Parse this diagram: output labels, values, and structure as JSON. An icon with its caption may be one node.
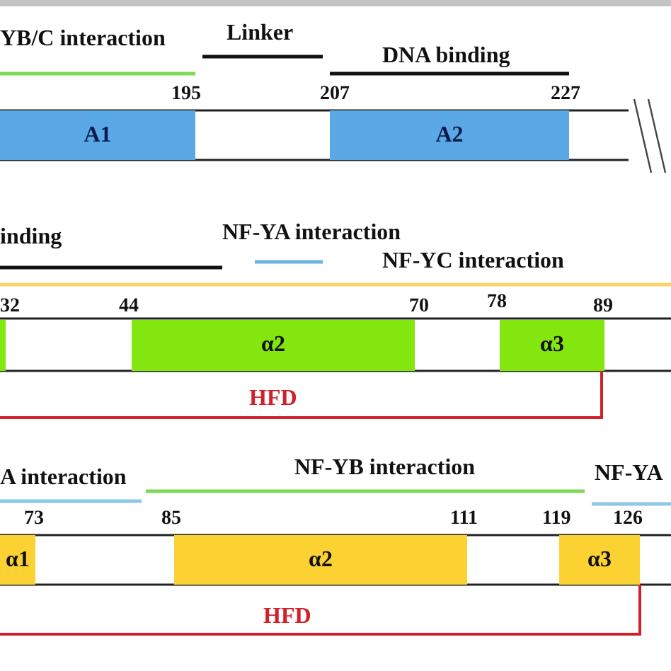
{
  "diagram": {
    "nodes": [
      {
        "text": [
          "A1"
        ]
      },
      {
        "text": [
          "A2"
        ]
      },
      {
        "text": [],
        "shape": "box"
      },
      {
        "text": [
          "α2"
        ]
      },
      {
        "text": [
          "α3"
        ]
      },
      {
        "text": [
          "α1"
        ]
      },
      {
        "text": [
          "α2"
        ]
      },
      {
        "text": [
          "α3"
        ]
      }
    ],
    "labels": [
      "YB/C interaction",
      "Linker",
      "DNA binding",
      "195",
      "207",
      "227",
      "inding",
      "NF-YA interaction",
      "NF-YC interaction",
      "32",
      "44",
      "70",
      "78",
      "89",
      "HFD",
      "A interaction",
      "NF-YB interaction",
      "NF-YA",
      "73",
      "85",
      "111",
      "119",
      "126",
      "HFD"
    ]
  }
}
